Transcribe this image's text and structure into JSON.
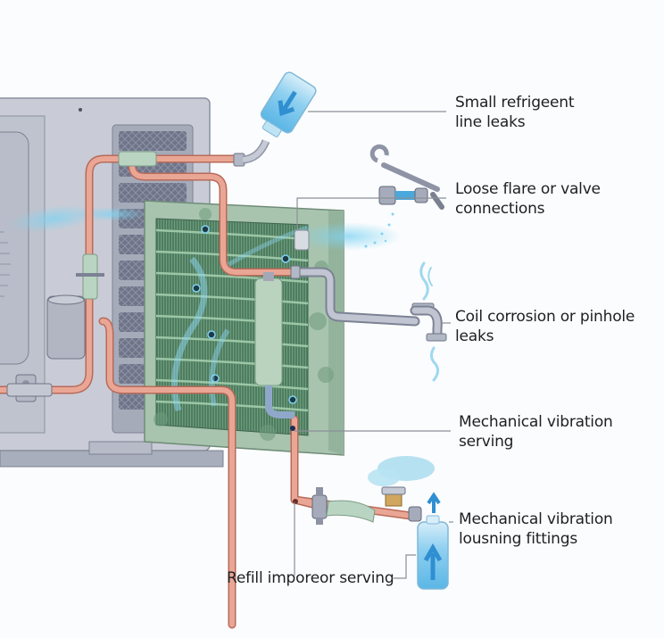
{
  "diagram": {
    "subject": "Outdoor AC condenser unit refrigerant leak sources",
    "colors": {
      "background": "#fbfcfd",
      "unit_housing": "#c9ccd6",
      "unit_housing_dark": "#9ea3b2",
      "copper_pipe": "#e9a38f",
      "copper_pipe_edge": "#b86a5a",
      "coil_green": "#5f8f6e",
      "coil_frame": "#a8c4ae",
      "leak_blue": "#6fc7ea",
      "steel_pipe": "#b3b8c6",
      "leader_line": "#8a8f99"
    },
    "callouts": [
      {
        "id": "line-leaks",
        "lines": [
          "Small refrigeent",
          "line leaks"
        ],
        "icon": "refrigerant-bottle-pouring-icon"
      },
      {
        "id": "flare-valve",
        "lines": [
          "Loose flare or valve",
          "connections"
        ],
        "icon": "wrench-fitting-icon"
      },
      {
        "id": "coil-corrosion",
        "lines": [
          "Coil corrosion or pinhole",
          "leaks"
        ],
        "icon": "faucet-drip-icon"
      },
      {
        "id": "vibration-serving",
        "lines": [
          "Mechanical vibration",
          "serving"
        ],
        "icon": "pipe-joint-icon"
      },
      {
        "id": "vibration-fittings",
        "lines": [
          "Mechanical vibration",
          "lousning fittings"
        ],
        "icon": "refrigerant-bottle-icon"
      },
      {
        "id": "refill-improper",
        "lines": [
          "Refill imporeor serving"
        ],
        "icon": "service-valve-icon"
      }
    ]
  }
}
